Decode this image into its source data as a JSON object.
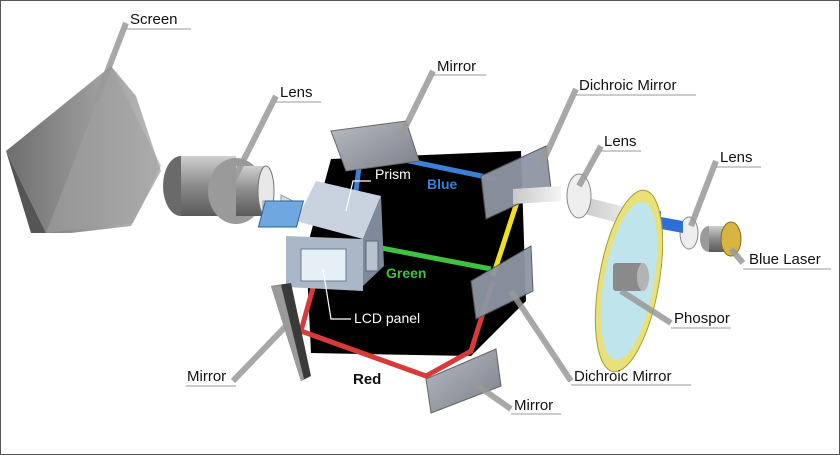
{
  "labels": {
    "screen": "Screen",
    "lens_left": "Lens",
    "mirror_top": "Mirror",
    "dichroic_top": "Dichroic Mirror",
    "lens_mid": "Lens",
    "lens_right": "Lens",
    "prism": "Prism",
    "blue": "Blue",
    "green": "Green",
    "lcd_panel": "LCD panel",
    "blue_laser": "Blue Laser",
    "phosphor": "Phospor",
    "mirror_left": "Mirror",
    "red": "Red",
    "dichroic_bottom": "Dichroic Mirror",
    "mirror_bottom": "Mirror"
  },
  "colors": {
    "blue_path": "#3b7fd6",
    "green_path": "#3fc23f",
    "red_path": "#d83a3a",
    "yellow_path": "#f2e020",
    "background_panel": "#000000"
  }
}
